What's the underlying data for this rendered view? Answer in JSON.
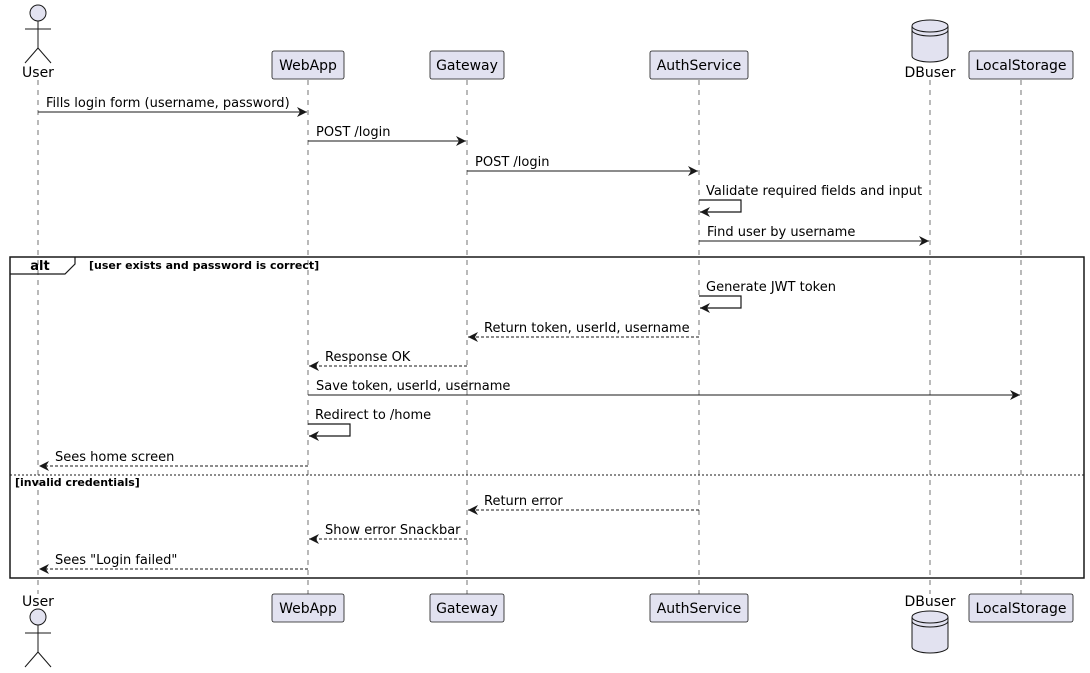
{
  "participants": [
    {
      "id": "user",
      "label": "User",
      "kind": "actor"
    },
    {
      "id": "webapp",
      "label": "WebApp",
      "kind": "box"
    },
    {
      "id": "gateway",
      "label": "Gateway",
      "kind": "box"
    },
    {
      "id": "authservice",
      "label": "AuthService",
      "kind": "box"
    },
    {
      "id": "dbuser",
      "label": "DBuser",
      "kind": "database"
    },
    {
      "id": "localstorage",
      "label": "LocalStorage",
      "kind": "box"
    }
  ],
  "messages": [
    {
      "from": "user",
      "to": "webapp",
      "label": "Fills login form (username, password)",
      "style": "solid"
    },
    {
      "from": "webapp",
      "to": "gateway",
      "label": "POST /login",
      "style": "solid"
    },
    {
      "from": "gateway",
      "to": "authservice",
      "label": "POST /login",
      "style": "solid"
    },
    {
      "from": "authservice",
      "to": "authservice",
      "label": "Validate required fields and input",
      "style": "solid"
    },
    {
      "from": "authservice",
      "to": "dbuser",
      "label": "Find user by username",
      "style": "solid"
    },
    {
      "from": "authservice",
      "to": "authservice",
      "label": "Generate JWT token",
      "style": "solid"
    },
    {
      "from": "authservice",
      "to": "gateway",
      "label": "Return token, userId, username",
      "style": "dashed"
    },
    {
      "from": "gateway",
      "to": "webapp",
      "label": "Response OK",
      "style": "dashed"
    },
    {
      "from": "webapp",
      "to": "localstorage",
      "label": "Save token, userId, username",
      "style": "solid"
    },
    {
      "from": "webapp",
      "to": "webapp",
      "label": "Redirect to /home",
      "style": "solid"
    },
    {
      "from": "webapp",
      "to": "user",
      "label": "Sees home screen",
      "style": "dashed"
    },
    {
      "from": "authservice",
      "to": "gateway",
      "label": "Return error",
      "style": "dashed"
    },
    {
      "from": "gateway",
      "to": "webapp",
      "label": "Show error Snackbar",
      "style": "dashed"
    },
    {
      "from": "webapp",
      "to": "user",
      "label": "Sees \"Login failed\"",
      "style": "dashed"
    }
  ],
  "fragment": {
    "keyword": "alt",
    "condition": "[user exists and password is correct]",
    "else_condition": "[invalid credentials]"
  },
  "colors": {
    "participant_fill": "#e2e2f0",
    "participant_stroke": "#181818",
    "lifeline": "#181818",
    "line": "#181818"
  }
}
